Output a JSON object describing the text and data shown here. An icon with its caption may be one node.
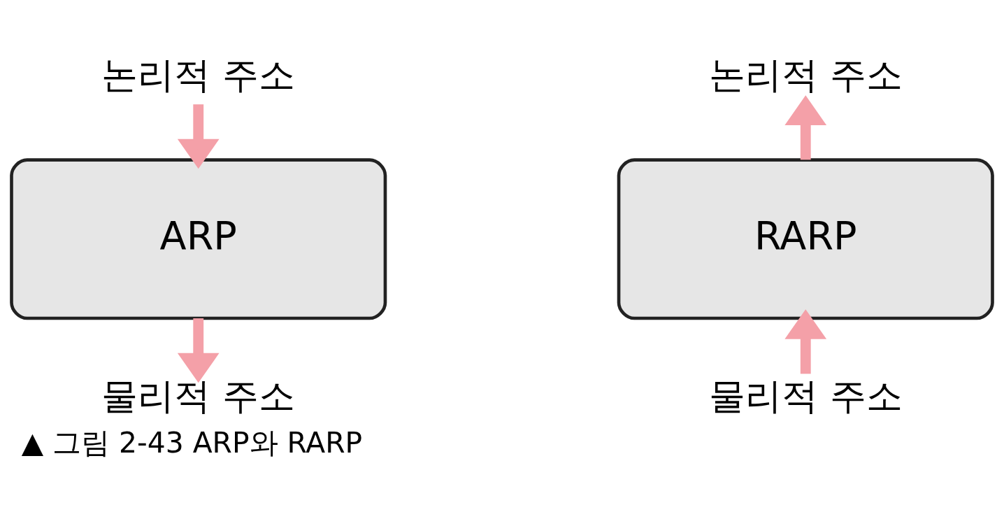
{
  "diagram": {
    "caption": "▲ 그림 2-43 ARP와 RARP",
    "nodes": [
      {
        "text": [
          "논리적 주소"
        ]
      },
      {
        "text": [
          "ARP"
        ]
      },
      {
        "text": [
          "물리적 주소"
        ]
      },
      {
        "text": [
          "논리적 주소"
        ]
      },
      {
        "text": [
          "RARP"
        ]
      },
      {
        "text": [
          "물리적 주소"
        ]
      }
    ],
    "edges": [
      {
        "from": 0,
        "to": 1,
        "arrow": "to"
      },
      {
        "from": 1,
        "to": 2,
        "arrow": "to"
      },
      {
        "from": 4,
        "to": 3,
        "arrow": "to"
      },
      {
        "from": 5,
        "to": 4,
        "arrow": "to"
      }
    ]
  }
}
